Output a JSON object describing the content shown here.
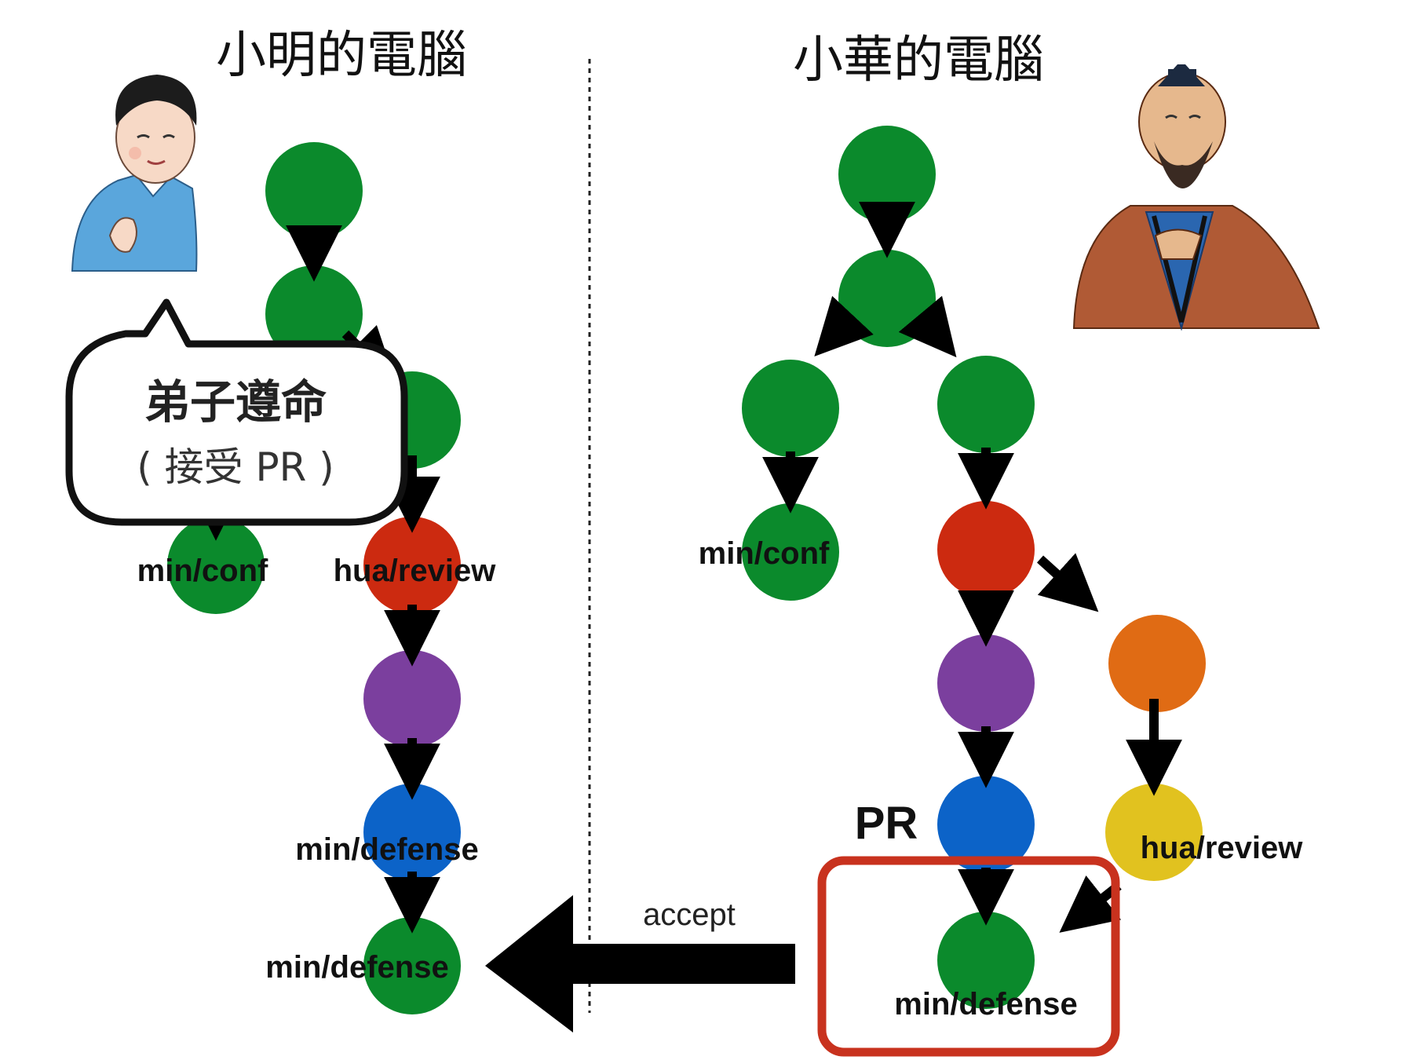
{
  "left": {
    "title": "小明的電腦",
    "speech_bubble": {
      "line1": "弟子遵命",
      "line2": "( 接受 PR )"
    },
    "labels": {
      "conf": "min/conf",
      "review": "hua/review",
      "defense1": "min/defense",
      "defense2": "min/defense"
    }
  },
  "right": {
    "title": "小華的電腦",
    "labels": {
      "conf": "min/conf",
      "review": "hua/review",
      "defense": "min/defense",
      "pr": "PR"
    }
  },
  "accept_label": "accept",
  "colors": {
    "green": "#0b8a2c",
    "red": "#cc2a10",
    "purple": "#7b3f9e",
    "blue": "#0c63c8",
    "orange": "#e06b14",
    "yellow": "#e1c21f",
    "highlight_box": "#c8321e"
  },
  "icons": {
    "boy": "boy-illustration",
    "sage": "sage-illustration"
  }
}
